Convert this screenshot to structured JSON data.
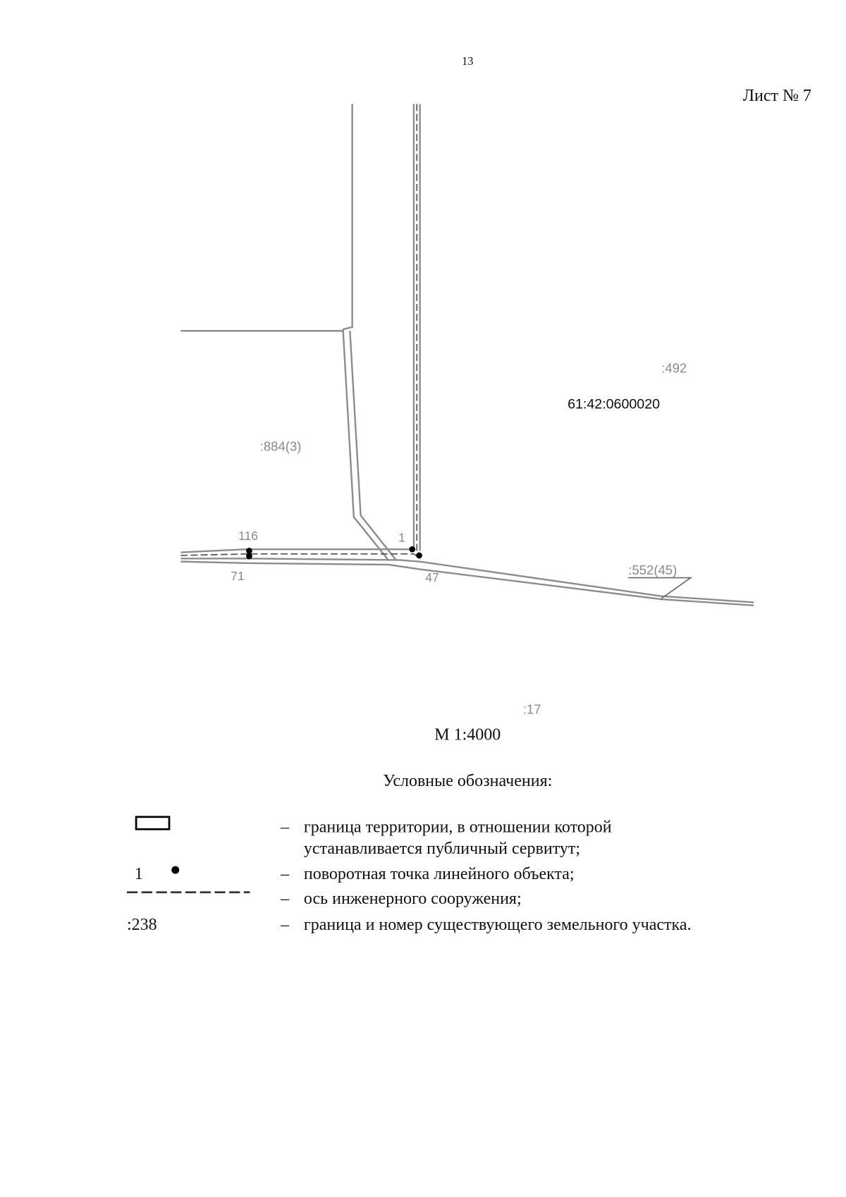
{
  "page_number": "13",
  "sheet_label": "Лист № 7",
  "map": {
    "labels": {
      "parcel_492": ":492",
      "quarter": "61:42:0600020",
      "parcel_884": ":884(3)",
      "parcel_552": ":552(45)",
      "parcel_17": ":17",
      "point_116": "116",
      "point_71": "71",
      "point_1": "1",
      "point_47": "47"
    },
    "colors": {
      "boundary": "#8c8c8c",
      "points": "#000000",
      "quarter_label": "#111111"
    }
  },
  "scale": "М 1:4000",
  "legend": {
    "title": "Условные обозначения:",
    "items": [
      {
        "symbol": "rectangle",
        "symbol_text": "",
        "dash": "–",
        "text": "граница территории, в отношении которой",
        "text2": "устанавливается публичный сервитут;"
      },
      {
        "symbol": "point",
        "symbol_text": "1",
        "dash": "–",
        "text": "поворотная точка линейного объекта;"
      },
      {
        "symbol": "dashed-line",
        "symbol_text": "",
        "dash": "–",
        "text": "ось инженерного сооружения;"
      },
      {
        "symbol": "text",
        "symbol_text": ":238",
        "dash": "–",
        "text": "граница и номер существующего земельного участка."
      }
    ]
  }
}
